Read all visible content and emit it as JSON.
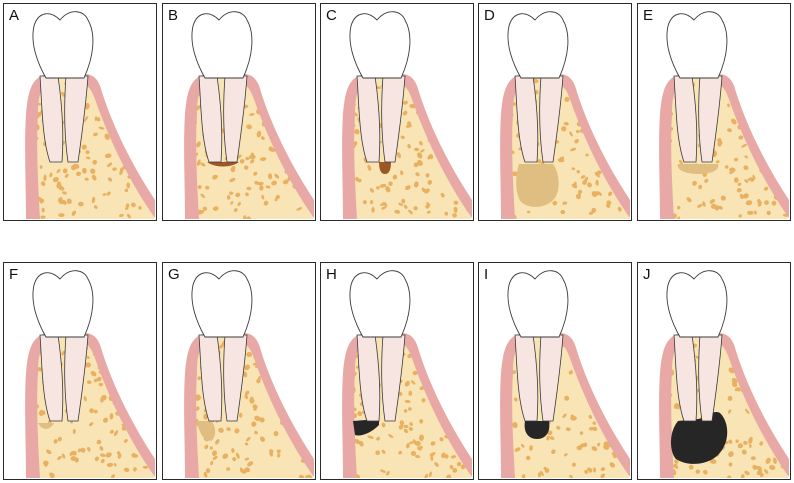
{
  "figure": {
    "panels": [
      {
        "label": "A",
        "lesion": "none"
      },
      {
        "label": "B",
        "lesion": "thin-dark-band"
      },
      {
        "label": "C",
        "lesion": "small-dark-drop"
      },
      {
        "label": "D",
        "lesion": "large-light-mass"
      },
      {
        "label": "E",
        "lesion": "light-band"
      },
      {
        "label": "F",
        "lesion": "small-light-lateral"
      },
      {
        "label": "G",
        "lesion": "light-lateral"
      },
      {
        "label": "H",
        "lesion": "dark-lateral"
      },
      {
        "label": "I",
        "lesion": "dark-round"
      },
      {
        "label": "J",
        "lesion": "large-dark-mass"
      }
    ],
    "colors": {
      "bone": "#f8e4b4",
      "trabecula": "#e8b060",
      "gingiva": "#e8a8a6",
      "root": "#f6e5e0",
      "crown": "#ffffff",
      "outline": "#3a3a3a",
      "lesion_light": "#e0bd80",
      "lesion_brown": "#9c5824",
      "lesion_dark": "#262626"
    }
  }
}
